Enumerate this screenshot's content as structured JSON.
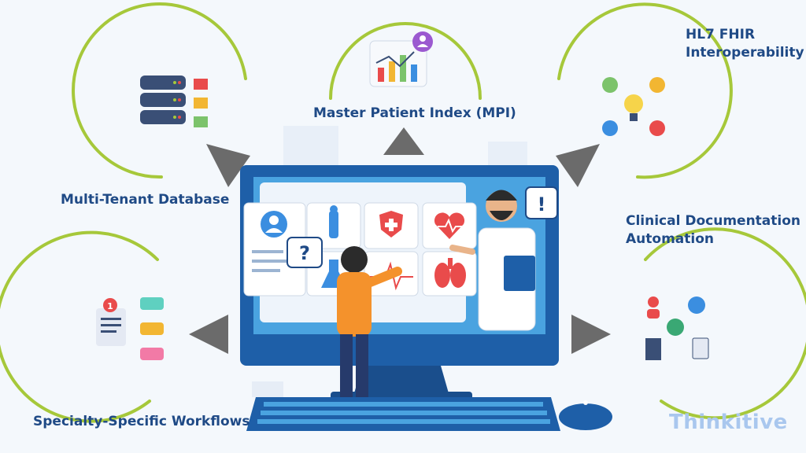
{
  "nodes": {
    "top": "Master Patient Index (MPI)",
    "top_right_line1": "HL7 FHIR",
    "top_right_line2": "Interoperability",
    "left": "Multi-Tenant Database",
    "right_line1": "Clinical Documentation",
    "right_line2": "Automation",
    "bottom_left": "Specialty-Specific Workflows"
  },
  "brand": {
    "logo": "Thinkitive"
  },
  "colors": {
    "arc": "#a6c83a",
    "arrow": "#6b6b6b",
    "title": "#1f4a86",
    "monitor": "#1e5fa8"
  }
}
